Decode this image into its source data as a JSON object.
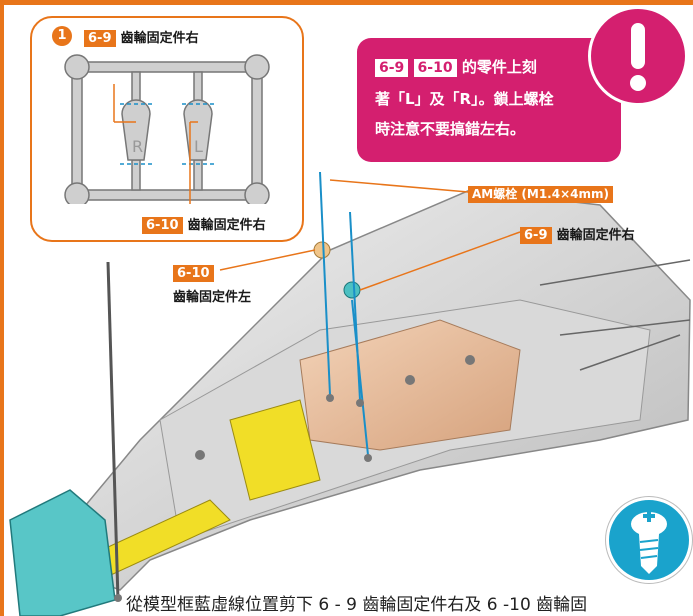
{
  "inset": {
    "step_number": "1",
    "tag_top": "6-9",
    "label_top": "齒輪固定件右",
    "part_letter_left": "R",
    "part_letter_right": "L",
    "tag_bottom": "6-10",
    "label_bottom": "齒輪固定件右"
  },
  "warning": {
    "tag1": "6-9",
    "tag2": "6-10",
    "line1_suffix": "的零件上刻",
    "line2": "著「L」及「R」。鎖上螺栓",
    "line3": "時注意不要搞錯左右。"
  },
  "callouts": {
    "screw_label": "AM螺栓 (M1.4×4mm)",
    "part69_tag": "6-9",
    "part69_label": "齒輪固定件右",
    "part610_tag": "6-10",
    "part610_label": "齒輪固定件左"
  },
  "caption": "從模型框藍虛線位置剪下 6 - 9 齒輪固定件右及 6 -10 齒輪固",
  "icons": [
    "exclamation-icon",
    "screw-icon"
  ],
  "colors": {
    "accent": "#e8751a",
    "warning": "#d41f6f",
    "screw_badge": "#1aa3cc",
    "guide_line": "#1a8fc8"
  }
}
